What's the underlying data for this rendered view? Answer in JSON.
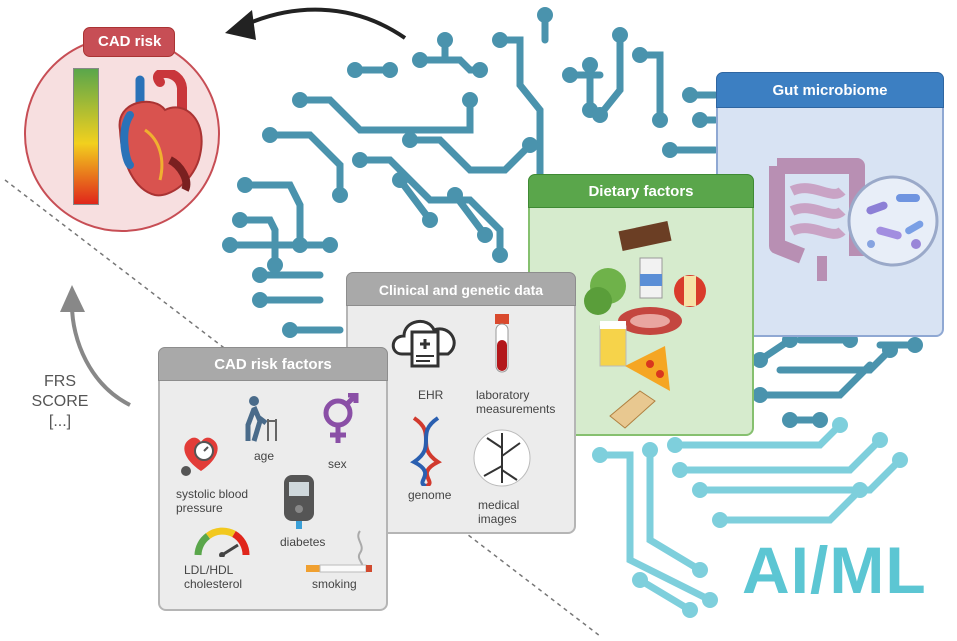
{
  "cad_risk": {
    "title": "CAD risk"
  },
  "frs": {
    "line1": "FRS",
    "line2": "SCORE",
    "line3": "[...]"
  },
  "ai_label": "AI/ML",
  "gut": {
    "title": "Gut microbiome"
  },
  "dietary": {
    "title": "Dietary factors"
  },
  "clinical": {
    "title": "Clinical and genetic data",
    "ehr": "EHR",
    "lab": "laboratory measurements",
    "genome": "genome",
    "images": "medical images"
  },
  "risk_factors": {
    "title": "CAD risk factors",
    "age": "age",
    "sex": "sex",
    "sbp": "systolic blood pressure",
    "diabetes": "diabetes",
    "ldl": "LDL/HDL cholesterol",
    "smoking": "smoking"
  },
  "colors": {
    "circuit": "#4a93ad",
    "circuit_light": "#7ecfdc",
    "cad_red": "#c74e55",
    "gut_blue": "#3c7fc2",
    "diet_green": "#5aa64b",
    "grey_title": "#a9a9a9"
  }
}
